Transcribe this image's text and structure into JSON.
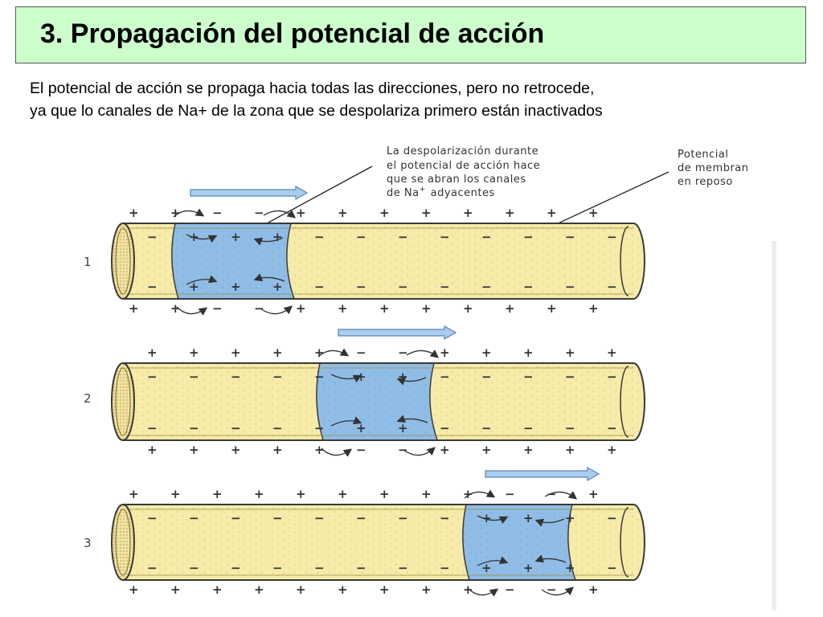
{
  "header": {
    "title": "3. Propagación del potencial de acción"
  },
  "intro": {
    "line1": "El potencial de acción se propaga hacia todas las direcciones, pero no retrocede,",
    "line2": "ya que lo canales de Na+ de la zona que se despolariza primero están inactivados"
  },
  "diagram": {
    "annotation_left": [
      "La despolarización durante",
      "el potencial de acción hace",
      "que se abran los canales",
      "de Na",
      "+",
      "adyacentes"
    ],
    "annotation_right": [
      "Potencial",
      "de membran",
      "en reposo"
    ],
    "stages": [
      {
        "number": "1"
      },
      {
        "number": "2"
      },
      {
        "number": "3"
      }
    ],
    "colors": {
      "axon_fill": "#f6eba8",
      "depolarized_fill": "#8fbde6",
      "arrow_fill": "#a9cdee",
      "outline": "#3a3a3a"
    }
  }
}
